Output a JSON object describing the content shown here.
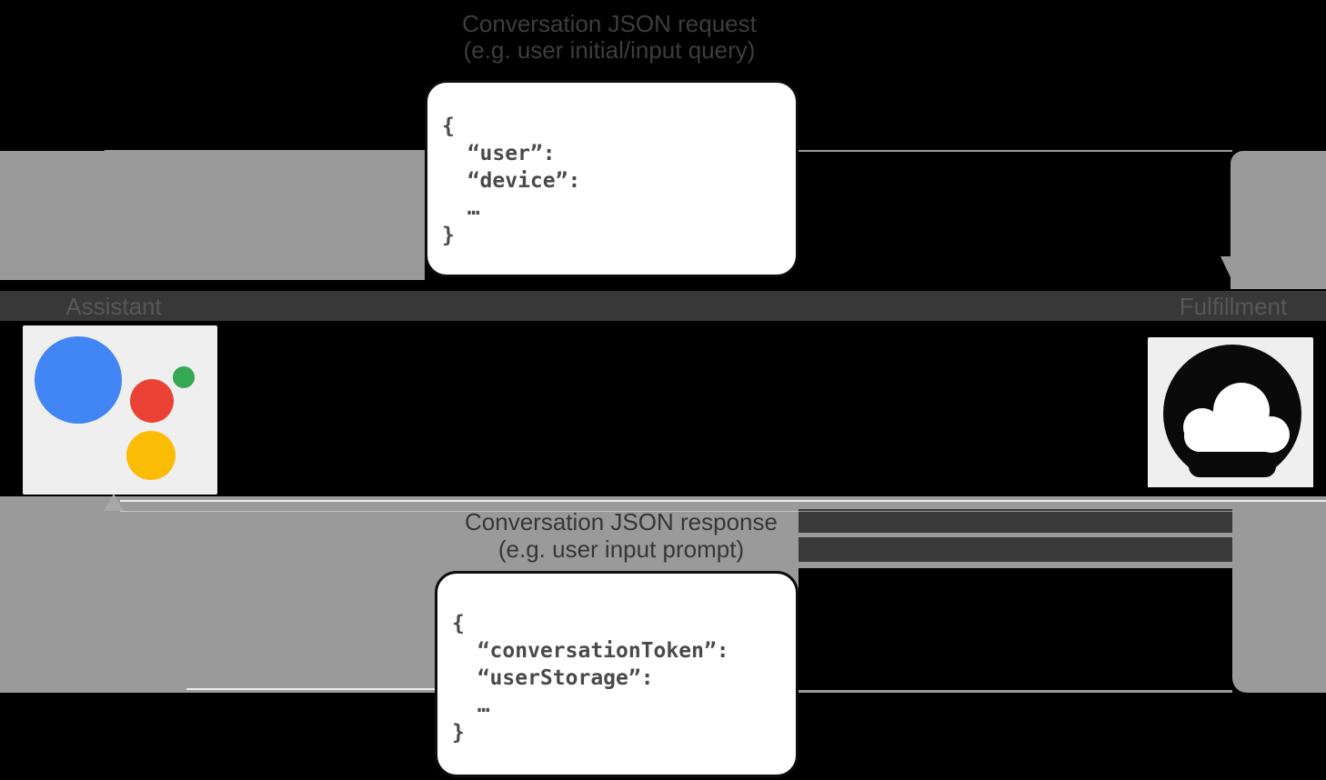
{
  "top_label": {
    "line1": "Conversation JSON request",
    "line2": "(e.g. user initial/input query)"
  },
  "request_box": {
    "line1": "{",
    "line2": "  “user”:",
    "line3": "  “device”:",
    "line4": "  …",
    "line5": "}"
  },
  "actors": {
    "assistant": "Assistant",
    "fulfillment": "Fulfillment"
  },
  "bottom_label": {
    "line1": "Conversation JSON response",
    "line2": "(e.g. user input prompt)"
  },
  "response_box": {
    "line1": "{",
    "line2": "  “conversationToken”:",
    "line3": "  “userStorage”:",
    "line4": "  …",
    "line5": "}"
  },
  "colors": {
    "arrow_gray": "#9a9a9a",
    "dark_band": "#383838",
    "assistant_blue": "#4285f4",
    "assistant_green": "#34a853",
    "assistant_red": "#ea4335",
    "assistant_yellow": "#fbbc05",
    "box_background": "#ffffff",
    "code_text": "#4a4a4a"
  }
}
